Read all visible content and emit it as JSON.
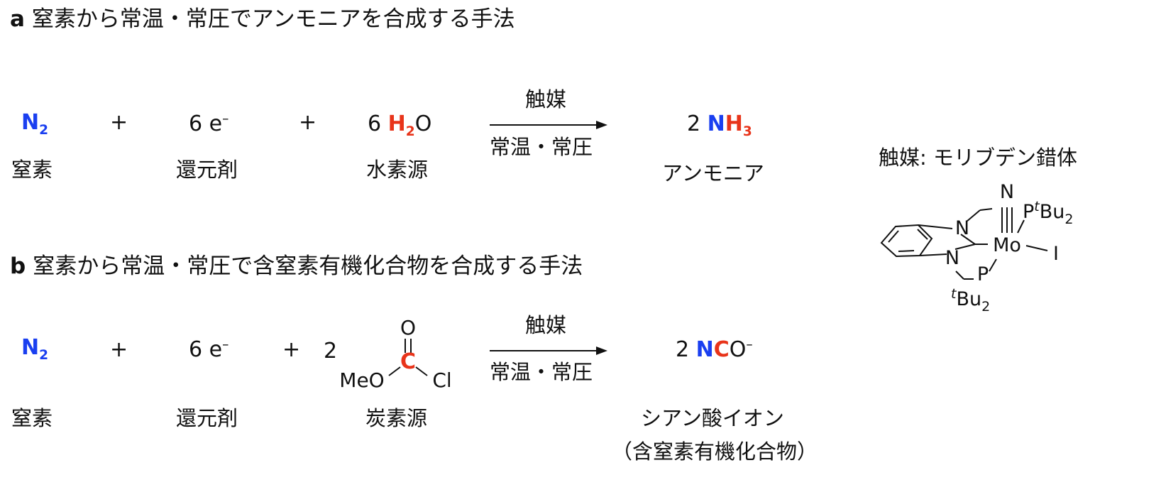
{
  "section_a": {
    "letter": "a",
    "title": "窒素から常温・常圧でアンモニアを合成する手法",
    "reactant_n2": "N",
    "reactant_n2_sub": "2",
    "plus": "+",
    "electrons": "6 e",
    "electrons_sup": "–",
    "water_coef": "6 ",
    "water_h": "H",
    "water_h_sub": "2",
    "water_o": "O",
    "arrow_above": "触媒",
    "arrow_below": "常温・常圧",
    "product_coef": "2 ",
    "product_n": "N",
    "product_h": "H",
    "product_h_sub": "3",
    "label_n2": "窒素",
    "label_reductant": "還元剤",
    "label_hsource": "水素源",
    "label_product": "アンモニア"
  },
  "section_b": {
    "letter": "b",
    "title": "窒素から常温・常圧で含窒素有機化合物を合成する手法",
    "reactant_n2": "N",
    "reactant_n2_sub": "2",
    "plus": "+",
    "electrons": "6 e",
    "electrons_sup": "–",
    "chloroformate_coef": "2",
    "atom_o": "O",
    "atom_c": "C",
    "atom_meo": "MeO",
    "atom_cl": "Cl",
    "arrow_above": "触媒",
    "arrow_below": "常温・常圧",
    "product_coef": "2 ",
    "product_n": "N",
    "product_c": "C",
    "product_o": "O",
    "product_sup": "–",
    "label_n2": "窒素",
    "label_reductant": "還元剤",
    "label_csource": "炭素源",
    "label_product": "シアン酸イオン",
    "label_product_sub": "（含窒素有機化合物）"
  },
  "catalyst": {
    "title": "触媒: モリブデン錯体",
    "atom_n_top": "N",
    "atom_p_top": "P",
    "atom_tbu_t": "t",
    "atom_tbu_bu": "Bu",
    "atom_tbu_sub": "2",
    "atom_n1": "N",
    "atom_n2": "N",
    "atom_mo": "Mo",
    "atom_i": "I",
    "atom_p_bottom": "P",
    "atom_tbu2_t": "t",
    "atom_tbu2_bu": "Bu",
    "atom_tbu2_sub": "2"
  },
  "colors": {
    "nitrogen": "#1a3ff0",
    "carbon_hydrogen": "#e8341a",
    "text": "#111111"
  }
}
